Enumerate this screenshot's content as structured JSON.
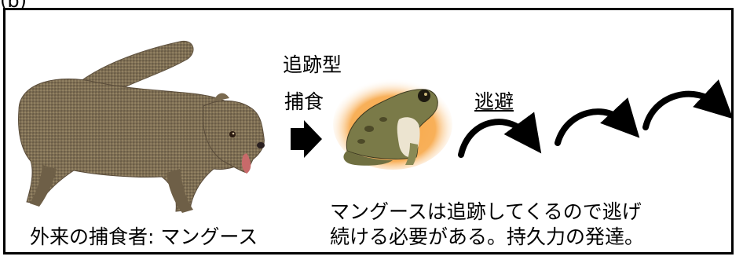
{
  "panel": {
    "label": "(b)"
  },
  "labels": {
    "pursuit_top": "追跡型",
    "pursuit_bottom": "捕食",
    "escape": "逃避",
    "predator_caption": "外来の捕食者: マングース",
    "description_line1": "マングースは追跡してくるので逃げ",
    "description_line2": "続ける必要がある。持久力の発達。"
  },
  "figures": {
    "predator": "mongoose-image",
    "prey": "frog-image"
  },
  "colors": {
    "frog_glow": "#f7a23c",
    "mongoose_fur": "#8a7a5e",
    "arrow": "#000000"
  }
}
